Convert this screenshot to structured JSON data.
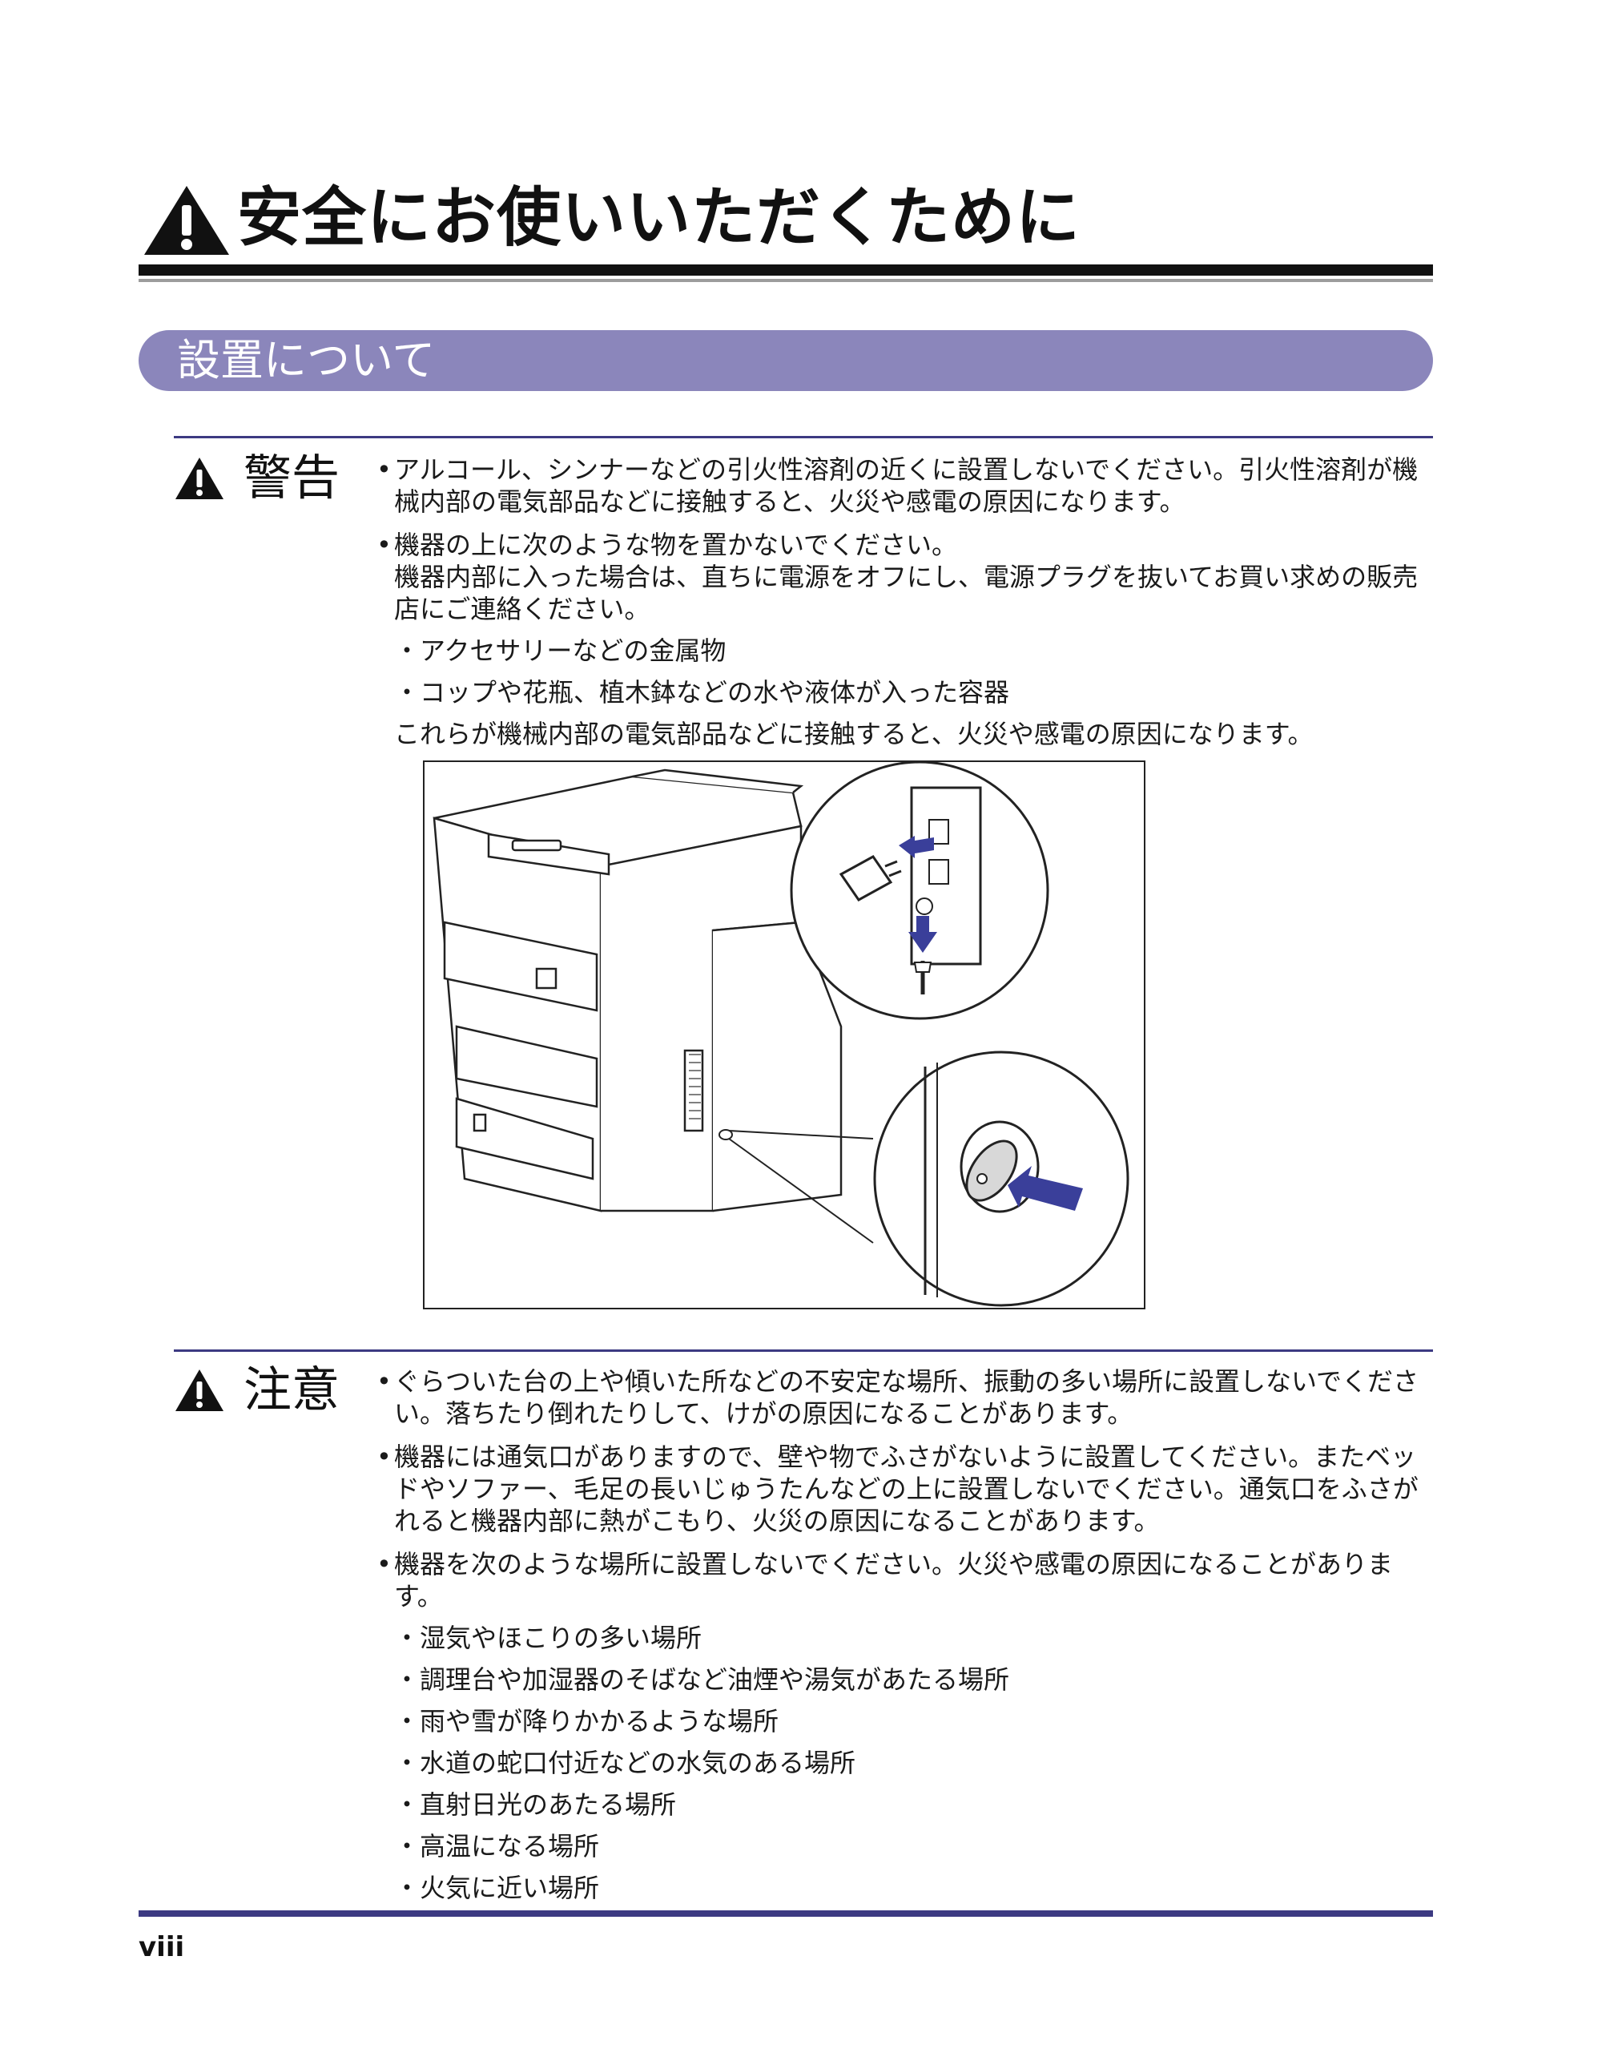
{
  "page": {
    "title": "安全にお使いいただくために",
    "section": "設置について",
    "page_number": "viii"
  },
  "warning": {
    "label": "警告",
    "items": [
      {
        "text": "アルコール、シンナーなどの引火性溶剤の近くに設置しないでください。引火性溶剤が機械内部の電気部品などに接触すると、火災や感電の原因になります。"
      },
      {
        "text": "機器の上に次のような物を置かないでください。",
        "cont": "機器内部に入った場合は、直ちに電源をオフにし、電源プラグを抜いてお買い求めの販売店にご連絡ください。",
        "subs": [
          "・アクセサリーなどの金属物",
          "・コップや花瓶、植木鉢などの水や液体が入った容器"
        ],
        "after": "これらが機械内部の電気部品などに接触すると、火災や感電の原因になります。"
      }
    ]
  },
  "caution": {
    "label": "注意",
    "items": [
      {
        "text": "ぐらついた台の上や傾いた所などの不安定な場所、振動の多い場所に設置しないでください。落ちたり倒れたりして、けがの原因になることがあります。"
      },
      {
        "text": "機器には通気口がありますので、壁や物でふさがないように設置してください。またベッドやソファー、毛足の長いじゅうたんなどの上に設置しないでください。通気口をふさがれると機器内部に熱がこもり、火災の原因になることがあります。"
      },
      {
        "text": "機器を次のような場所に設置しないでください。火災や感電の原因になることがあります。",
        "subs": [
          "・湿気やほこりの多い場所",
          "・調理台や加湿器のそばなど油煙や湯気があたる場所",
          "・雨や雪が降りかかるような場所",
          "・水道の蛇口付近などの水気のある場所",
          "・直射日光のあたる場所",
          "・高温になる場所",
          "・火気に近い場所"
        ]
      }
    ]
  },
  "colors": {
    "section_bar": "#8b86bb",
    "rule_navy": "#3c3a82",
    "arrow_blue": "#3a3f9a"
  },
  "icons": [
    "warning-triangle-icon",
    "power-plug-icon",
    "wall-outlet-icon",
    "power-switch-icon"
  ]
}
